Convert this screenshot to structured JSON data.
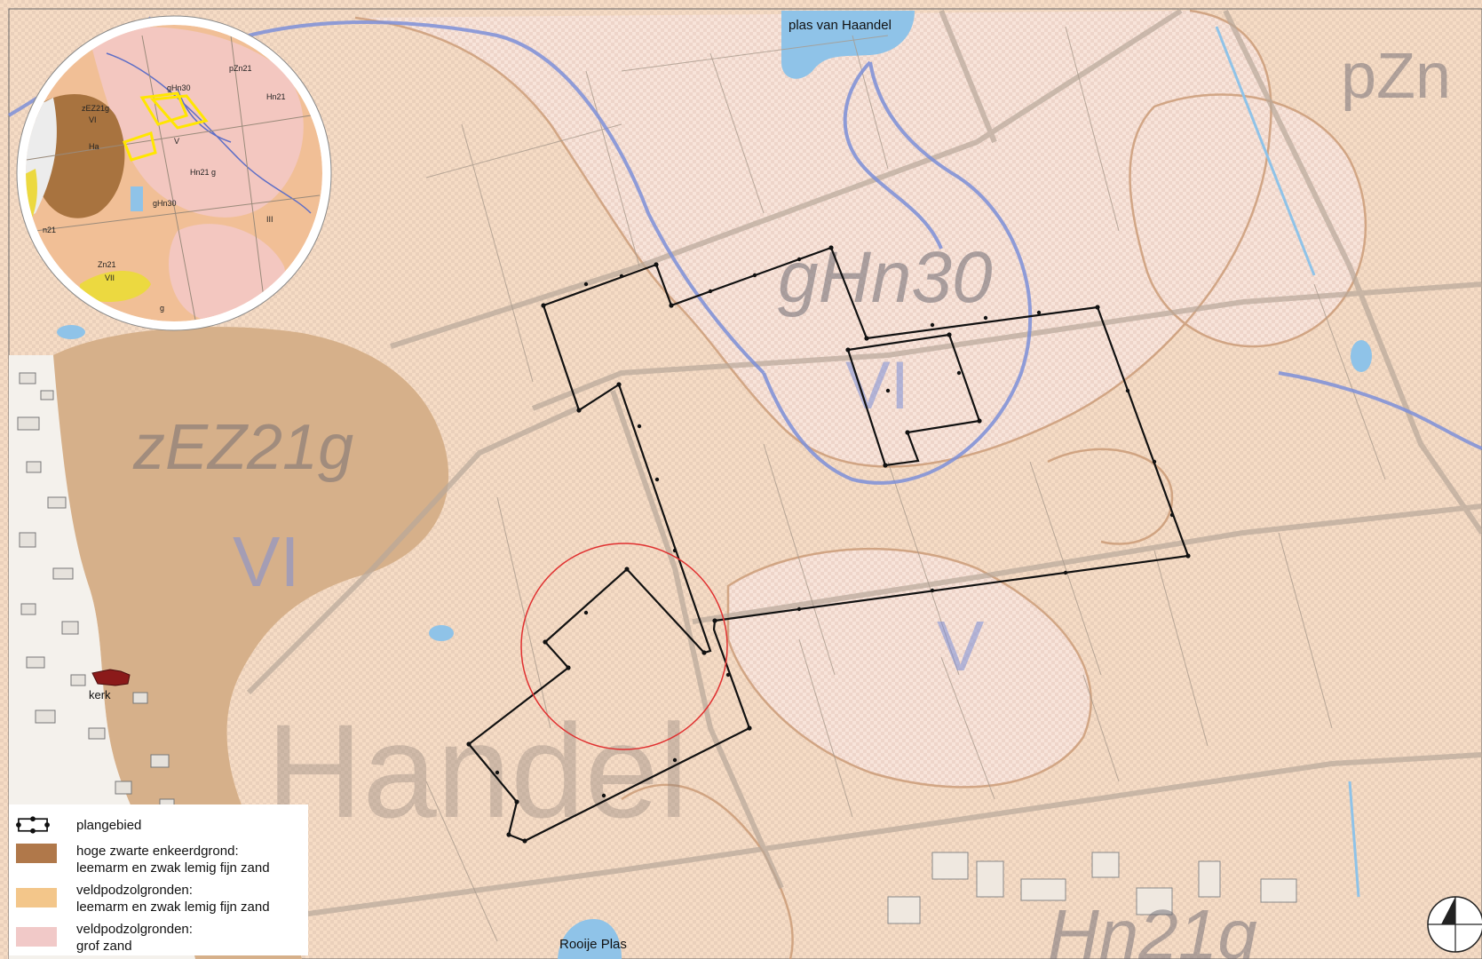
{
  "map": {
    "labels": {
      "lake_top": "plas van Haandel",
      "lake_bottom": "Rooije Plas",
      "church": "kerk",
      "soil_main": "gHn30",
      "soil_ez": "zEZ21g",
      "soil_top_right": "pZn",
      "soil_bottom": "Hn21g",
      "town": "Handel",
      "class_vi_left": "VI",
      "class_vi_center": "VI",
      "class_v": "V"
    },
    "inset": {
      "labels": [
        "gHn30",
        "zEZ21g",
        "pZn21",
        "Hn21",
        "Hn21 g",
        "gHn30",
        "Zn21",
        "VII",
        "VI",
        "V",
        "III",
        "Ha",
        "g",
        "n21"
      ]
    }
  },
  "legend": {
    "items": [
      {
        "kind": "plangebied",
        "text": "plangebied"
      },
      {
        "kind": "brown",
        "color": "#b0784a",
        "text": "hoge zwarte enkeerdgrond:\nleemarm en zwak lemig fijn zand"
      },
      {
        "kind": "orange",
        "color": "#f3c68a",
        "text": "veldpodzolgronden:\nleemarm en zwak lemig fijn zand"
      },
      {
        "kind": "pink",
        "color": "#f1c9c8",
        "text": "veldpodzolgronden:\ngrof zand"
      }
    ]
  },
  "colors": {
    "background": "#f6dcc5",
    "brown": "#d6b08a",
    "pink": "#f7e2d6",
    "water": "#8fc3e8",
    "creek": "#7c8fd8",
    "boundary": "#c99873",
    "plan": "#111111",
    "focus_circle": "#e03030"
  }
}
